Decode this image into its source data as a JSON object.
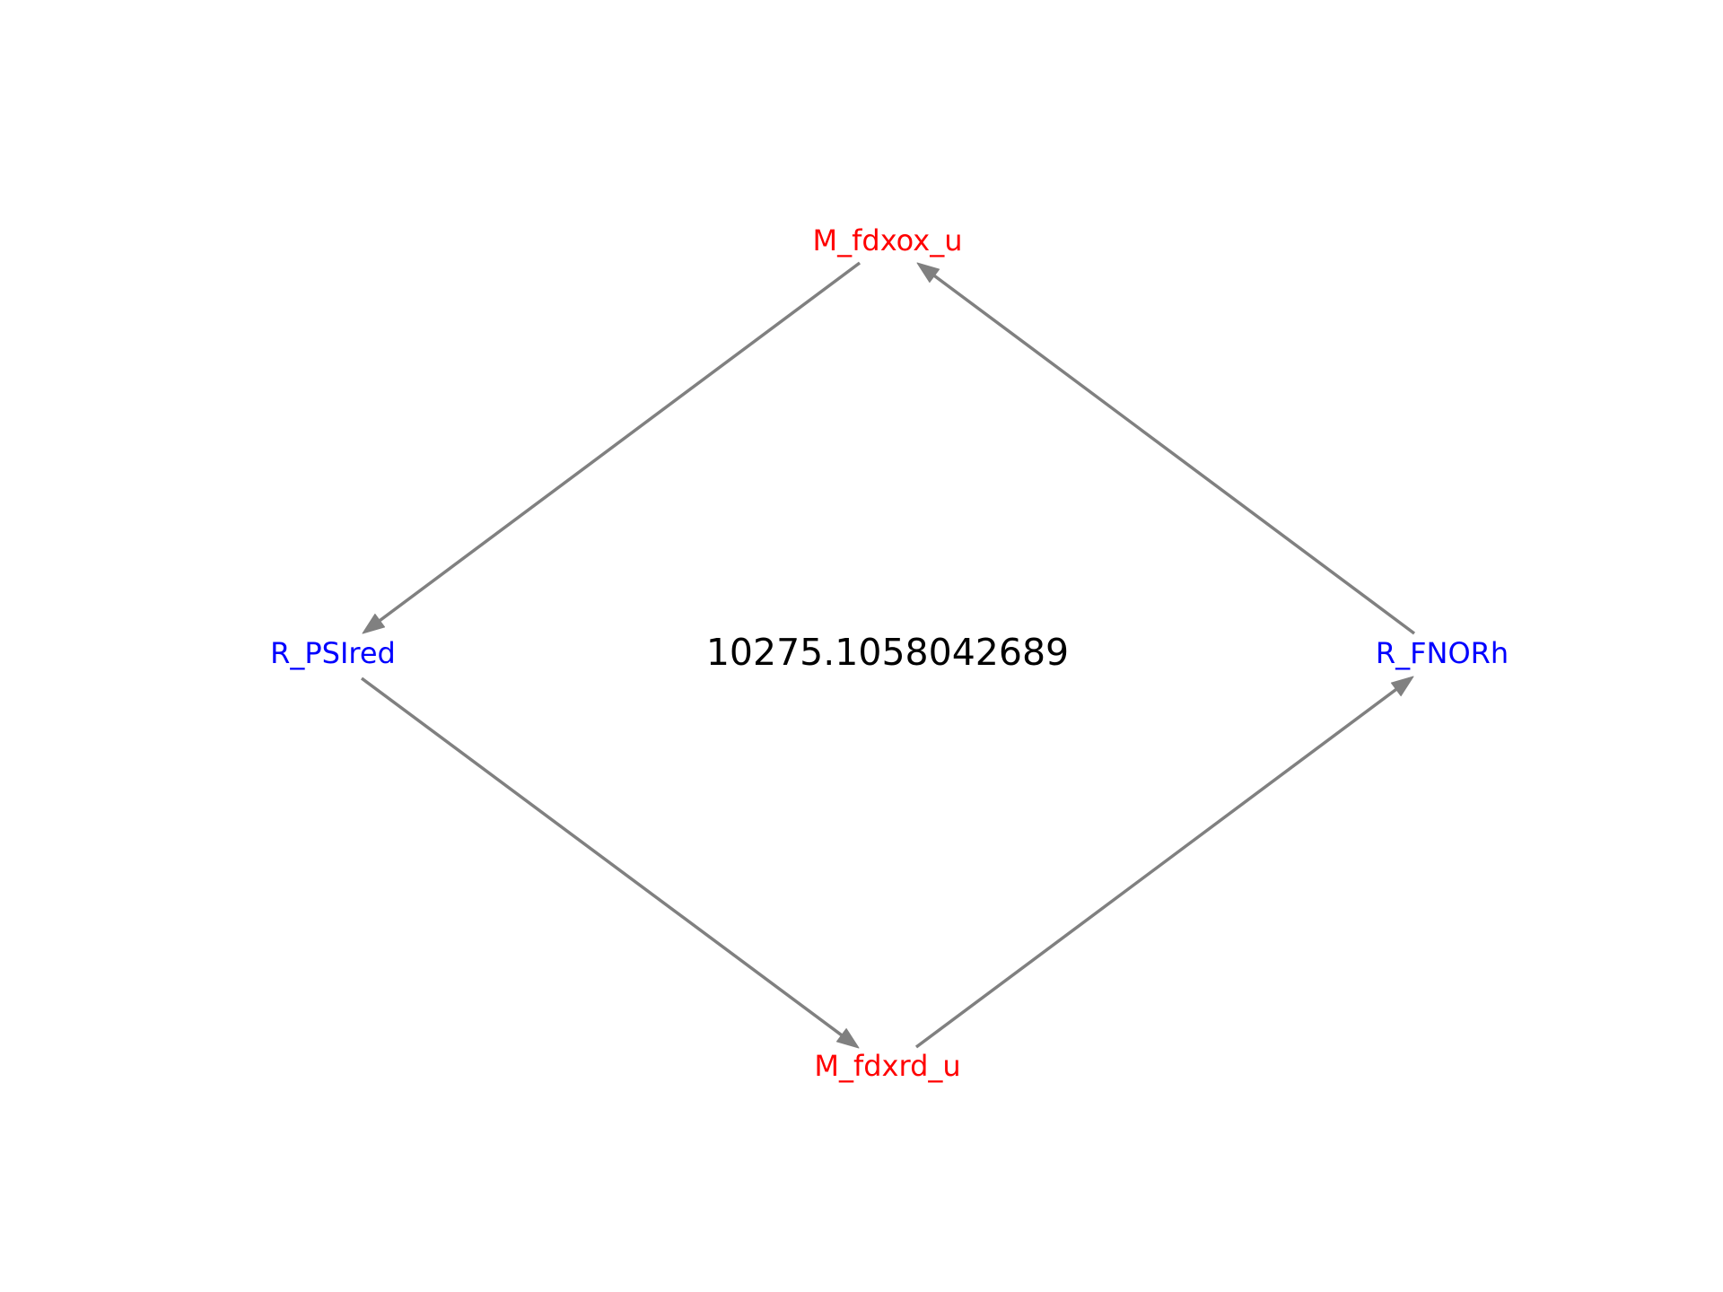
{
  "center_value": "10275.1058042689",
  "colors": {
    "metabolite": "#ff0000",
    "reaction": "#0000ff",
    "edge": "#808080",
    "center_text": "#000000"
  },
  "nodes": [
    {
      "id": "M_fdxox_u",
      "label": "M_fdxox_u",
      "kind": "metabolite"
    },
    {
      "id": "R_PSIred",
      "label": "R_PSIred",
      "kind": "reaction"
    },
    {
      "id": "M_fdxrd_u",
      "label": "M_fdxrd_u",
      "kind": "metabolite"
    },
    {
      "id": "R_FNORh",
      "label": "R_FNORh",
      "kind": "reaction"
    }
  ],
  "edges": [
    {
      "from": "M_fdxox_u",
      "to": "R_PSIred"
    },
    {
      "from": "R_PSIred",
      "to": "M_fdxrd_u"
    },
    {
      "from": "M_fdxrd_u",
      "to": "R_FNORh"
    },
    {
      "from": "R_FNORh",
      "to": "M_fdxox_u"
    }
  ]
}
